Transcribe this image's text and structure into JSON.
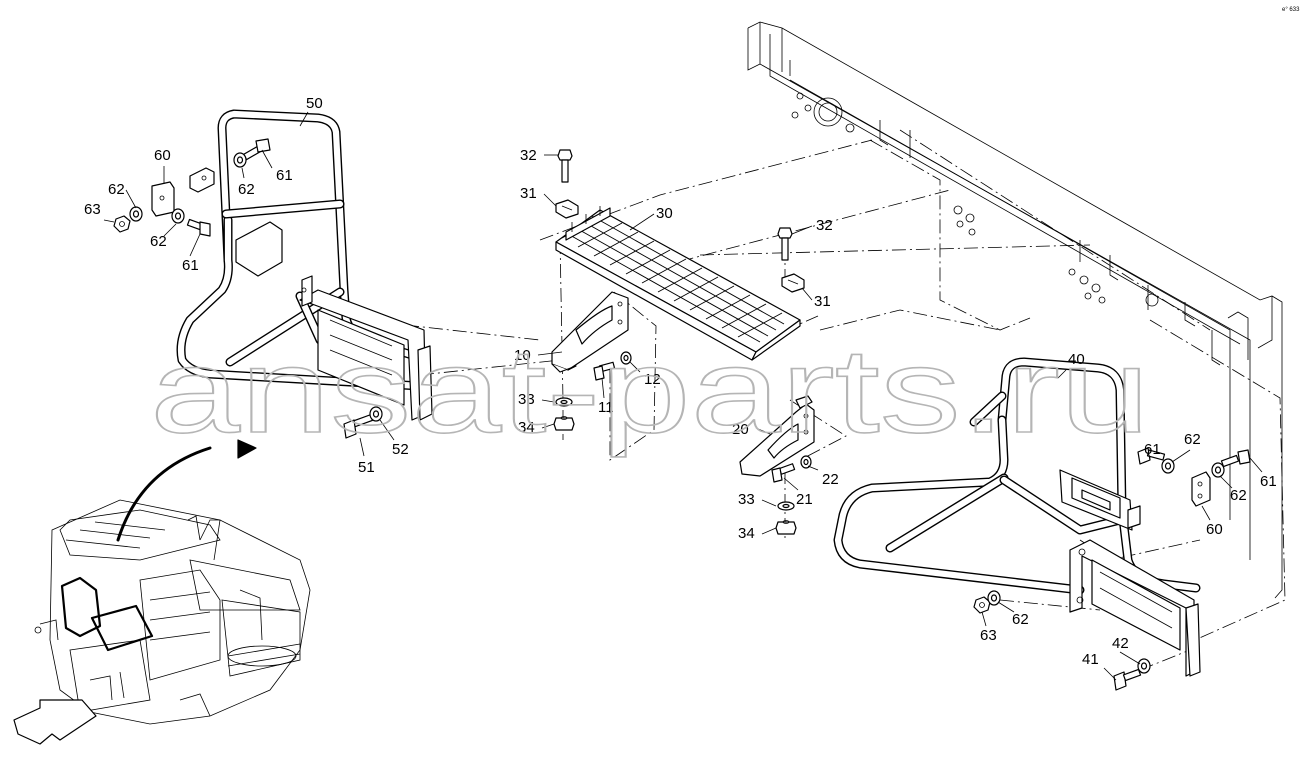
{
  "watermark": "ansat-parts.ru",
  "drawing_code": "e° 633",
  "callouts": [
    {
      "id": "c50a",
      "text": "50"
    },
    {
      "id": "c60a",
      "text": "60"
    },
    {
      "id": "c62a",
      "text": "62"
    },
    {
      "id": "c62b",
      "text": "62"
    },
    {
      "id": "c61a",
      "text": "61"
    },
    {
      "id": "c63a",
      "text": "63"
    },
    {
      "id": "c62c",
      "text": "62"
    },
    {
      "id": "c61b",
      "text": "61"
    },
    {
      "id": "c51",
      "text": "51"
    },
    {
      "id": "c52",
      "text": "52"
    },
    {
      "id": "c32a",
      "text": "32"
    },
    {
      "id": "c31a",
      "text": "31"
    },
    {
      "id": "c30",
      "text": "30"
    },
    {
      "id": "c32b",
      "text": "32"
    },
    {
      "id": "c31b",
      "text": "31"
    },
    {
      "id": "c10",
      "text": "10"
    },
    {
      "id": "c12",
      "text": "12"
    },
    {
      "id": "c33a",
      "text": "33"
    },
    {
      "id": "c11",
      "text": "11"
    },
    {
      "id": "c34a",
      "text": "34"
    },
    {
      "id": "c20",
      "text": "20"
    },
    {
      "id": "c22",
      "text": "22"
    },
    {
      "id": "c21",
      "text": "21"
    },
    {
      "id": "c33b",
      "text": "33"
    },
    {
      "id": "c34b",
      "text": "34"
    },
    {
      "id": "c40",
      "text": "40"
    },
    {
      "id": "c61c",
      "text": "61"
    },
    {
      "id": "c62d",
      "text": "62"
    },
    {
      "id": "c62e",
      "text": "62"
    },
    {
      "id": "c61d",
      "text": "61"
    },
    {
      "id": "c60b",
      "text": "60"
    },
    {
      "id": "c63b",
      "text": "63"
    },
    {
      "id": "c62f",
      "text": "62"
    },
    {
      "id": "c42",
      "text": "42"
    },
    {
      "id": "c41",
      "text": "41"
    }
  ]
}
